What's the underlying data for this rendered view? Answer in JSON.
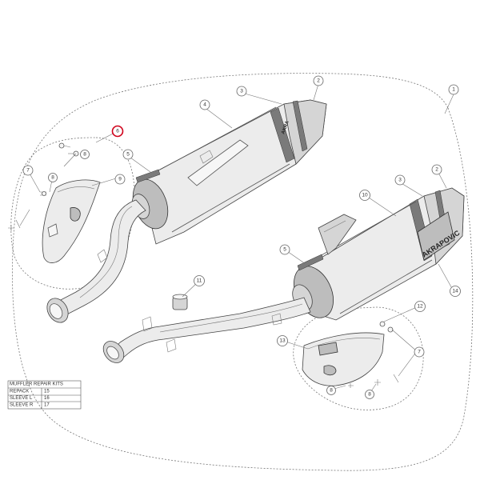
{
  "callouts": [
    {
      "id": "c1",
      "label": "1"
    },
    {
      "id": "c2a",
      "label": "2"
    },
    {
      "id": "c3a",
      "label": "3"
    },
    {
      "id": "c4",
      "label": "4"
    },
    {
      "id": "c5a",
      "label": "5"
    },
    {
      "id": "c6",
      "label": "6"
    },
    {
      "id": "c7a",
      "label": "7"
    },
    {
      "id": "c8a",
      "label": "8"
    },
    {
      "id": "c8b",
      "label": "8"
    },
    {
      "id": "c9",
      "label": "9"
    },
    {
      "id": "c2b",
      "label": "2"
    },
    {
      "id": "c3b",
      "label": "3"
    },
    {
      "id": "c10",
      "label": "10"
    },
    {
      "id": "c5b",
      "label": "5"
    },
    {
      "id": "c11",
      "label": "11"
    },
    {
      "id": "c14",
      "label": "14"
    },
    {
      "id": "c12",
      "label": "12"
    },
    {
      "id": "c13",
      "label": "13"
    },
    {
      "id": "c7b",
      "label": "7"
    },
    {
      "id": "c8c",
      "label": "8"
    },
    {
      "id": "c8d",
      "label": "8"
    }
  ],
  "highlight_color": "#d0021b",
  "repair_kits": {
    "title": "MUFFLER REPAIR KITS",
    "rows": [
      {
        "name": "REPACK",
        "number": "15"
      },
      {
        "name": "SLEEVE L",
        "number": "16"
      },
      {
        "name": "SLEEVE R",
        "number": "17"
      }
    ]
  },
  "silencer_logo": "AKRAPOVIC"
}
